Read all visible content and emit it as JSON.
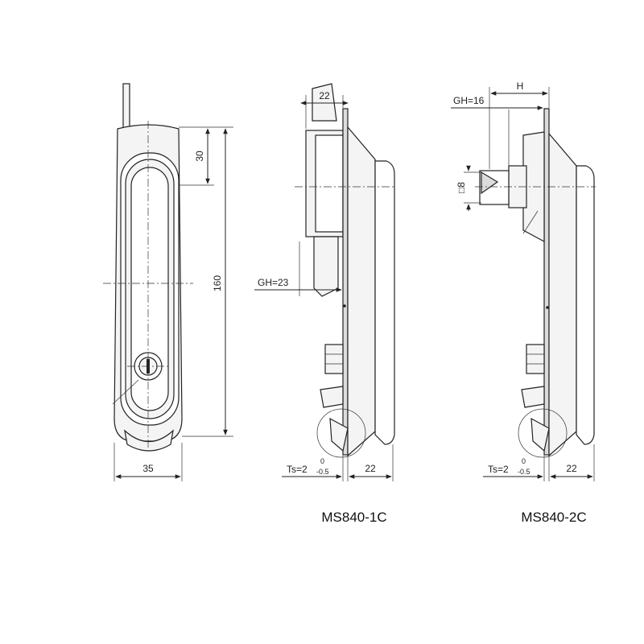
{
  "colors": {
    "line": "#222222",
    "fill_light": "#f4f4f4",
    "fill_mid": "#dcdcdc",
    "background": "#ffffff"
  },
  "front_view": {
    "dim_width": "35",
    "dim_height": "160",
    "dim_top": "30"
  },
  "view_1c": {
    "caption": "MS840-1C",
    "dim_top": "22",
    "dim_grip": "GH=23",
    "dim_ts": "Ts=2",
    "tol_upper": "0",
    "tol_lower": "-0.5",
    "dim_depth": "22"
  },
  "view_2c": {
    "caption": "MS840-2C",
    "dim_h": "H",
    "dim_grip": "GH=16",
    "dim_square": "□8",
    "dim_ts": "Ts=2",
    "tol_upper": "0",
    "tol_lower": "-0.5",
    "dim_depth": "22"
  }
}
